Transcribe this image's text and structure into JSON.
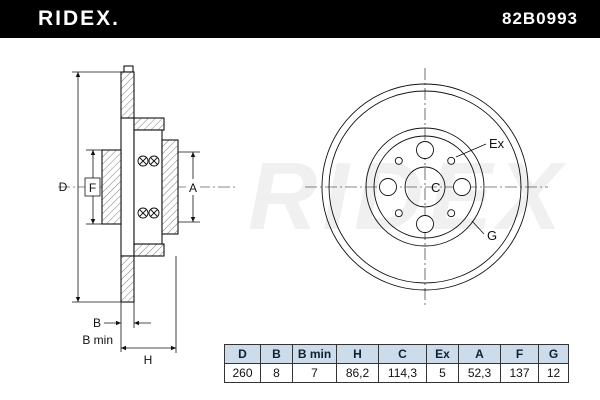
{
  "header": {
    "brand": "RIDEX.",
    "part_number": "82B0993"
  },
  "watermark": "RIDEX",
  "side_view": {
    "labels": {
      "d": "D",
      "f": "F",
      "a": "A",
      "b": "B",
      "b_min": "B min",
      "h": "H"
    }
  },
  "front_view": {
    "labels": {
      "c": "C",
      "ex": "Ex",
      "g": "G"
    }
  },
  "table": {
    "headers": [
      "D",
      "B",
      "B min",
      "H",
      "C",
      "Ex",
      "A",
      "F",
      "G"
    ],
    "values": [
      "260",
      "8",
      "7",
      "86,2",
      "114,3",
      "5",
      "52,3",
      "137",
      "12"
    ]
  }
}
